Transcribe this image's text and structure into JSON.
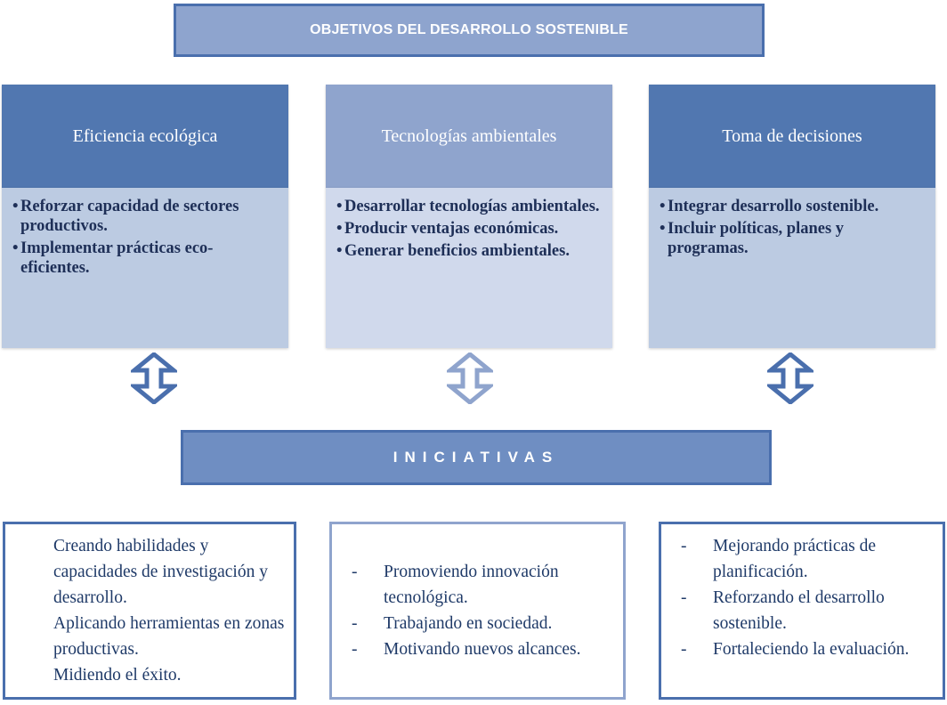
{
  "title": "OBJETIVOS DEL DESARROLLO SOSTENIBLE",
  "columns": [
    {
      "heading": "Eficiencia  ecológica",
      "items": [
        "Reforzar capacidad de sectores productivos.",
        "Implementar  prácticas eco-eficientes."
      ]
    },
    {
      "heading": "Tecnologías ambientales",
      "items": [
        "Desarrollar tecnologías ambientales.",
        "Producir ventajas económicas.",
        "Generar beneficios ambientales."
      ]
    },
    {
      "heading": "Toma de decisiones",
      "items": [
        "Integrar desarrollo sostenible.",
        "Incluir  políticas, planes y programas."
      ]
    }
  ],
  "bullet_char": "•",
  "dash_char": "-",
  "initiatives_label": "INICIATIVAS",
  "initiatives": [
    [
      "Creando habilidades y capacidades de investigación y desarrollo.",
      "Aplicando herramientas en zonas productivas.",
      "Midiendo el éxito."
    ],
    [
      "Promoviendo innovación tecnológica.",
      "Trabajando en sociedad.",
      "Motivando nuevos alcances."
    ],
    [
      "Mejorando prácticas de planificación.",
      "Reforzando el desarrollo sostenible.",
      "Fortaleciendo la evaluación."
    ]
  ],
  "colors": {
    "dark_blue": "#4a6fad",
    "header_dark": "#5177b0",
    "header_light": "#8fa4cd",
    "light_panel": "#d0d9ec",
    "text": "#1f3a68"
  }
}
